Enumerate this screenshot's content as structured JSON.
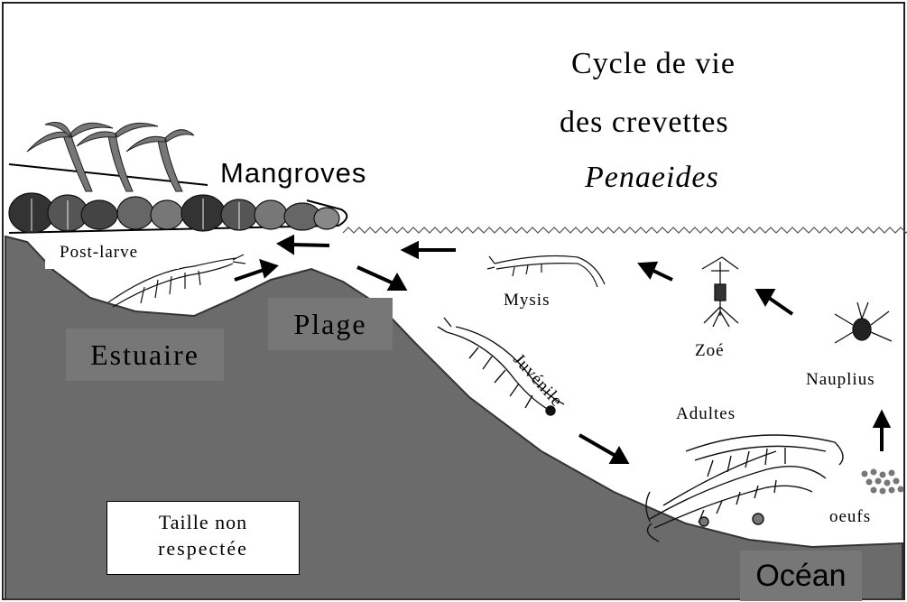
{
  "title": {
    "line1": "Cycle de vie",
    "line2": "des crevettes",
    "line3": "Penaeides"
  },
  "habitats": {
    "mangroves": "Mangroves",
    "plage": "Plage",
    "estuaire": "Estuaire",
    "ocean": "Océan"
  },
  "stages": {
    "post_larve": "Post-larve",
    "mysis": "Mysis",
    "juvenile": "Juvénile",
    "zoe": "Zoé",
    "nauplius": "Nauplius",
    "adultes": "Adultes",
    "oeufs": "oeufs"
  },
  "note": {
    "line1": "Taille non",
    "line2": "respectée"
  },
  "colors": {
    "seabed": "#6b6b6b",
    "label_box": "#6b6b6b",
    "water": "#ffffff",
    "ink": "#000000"
  }
}
